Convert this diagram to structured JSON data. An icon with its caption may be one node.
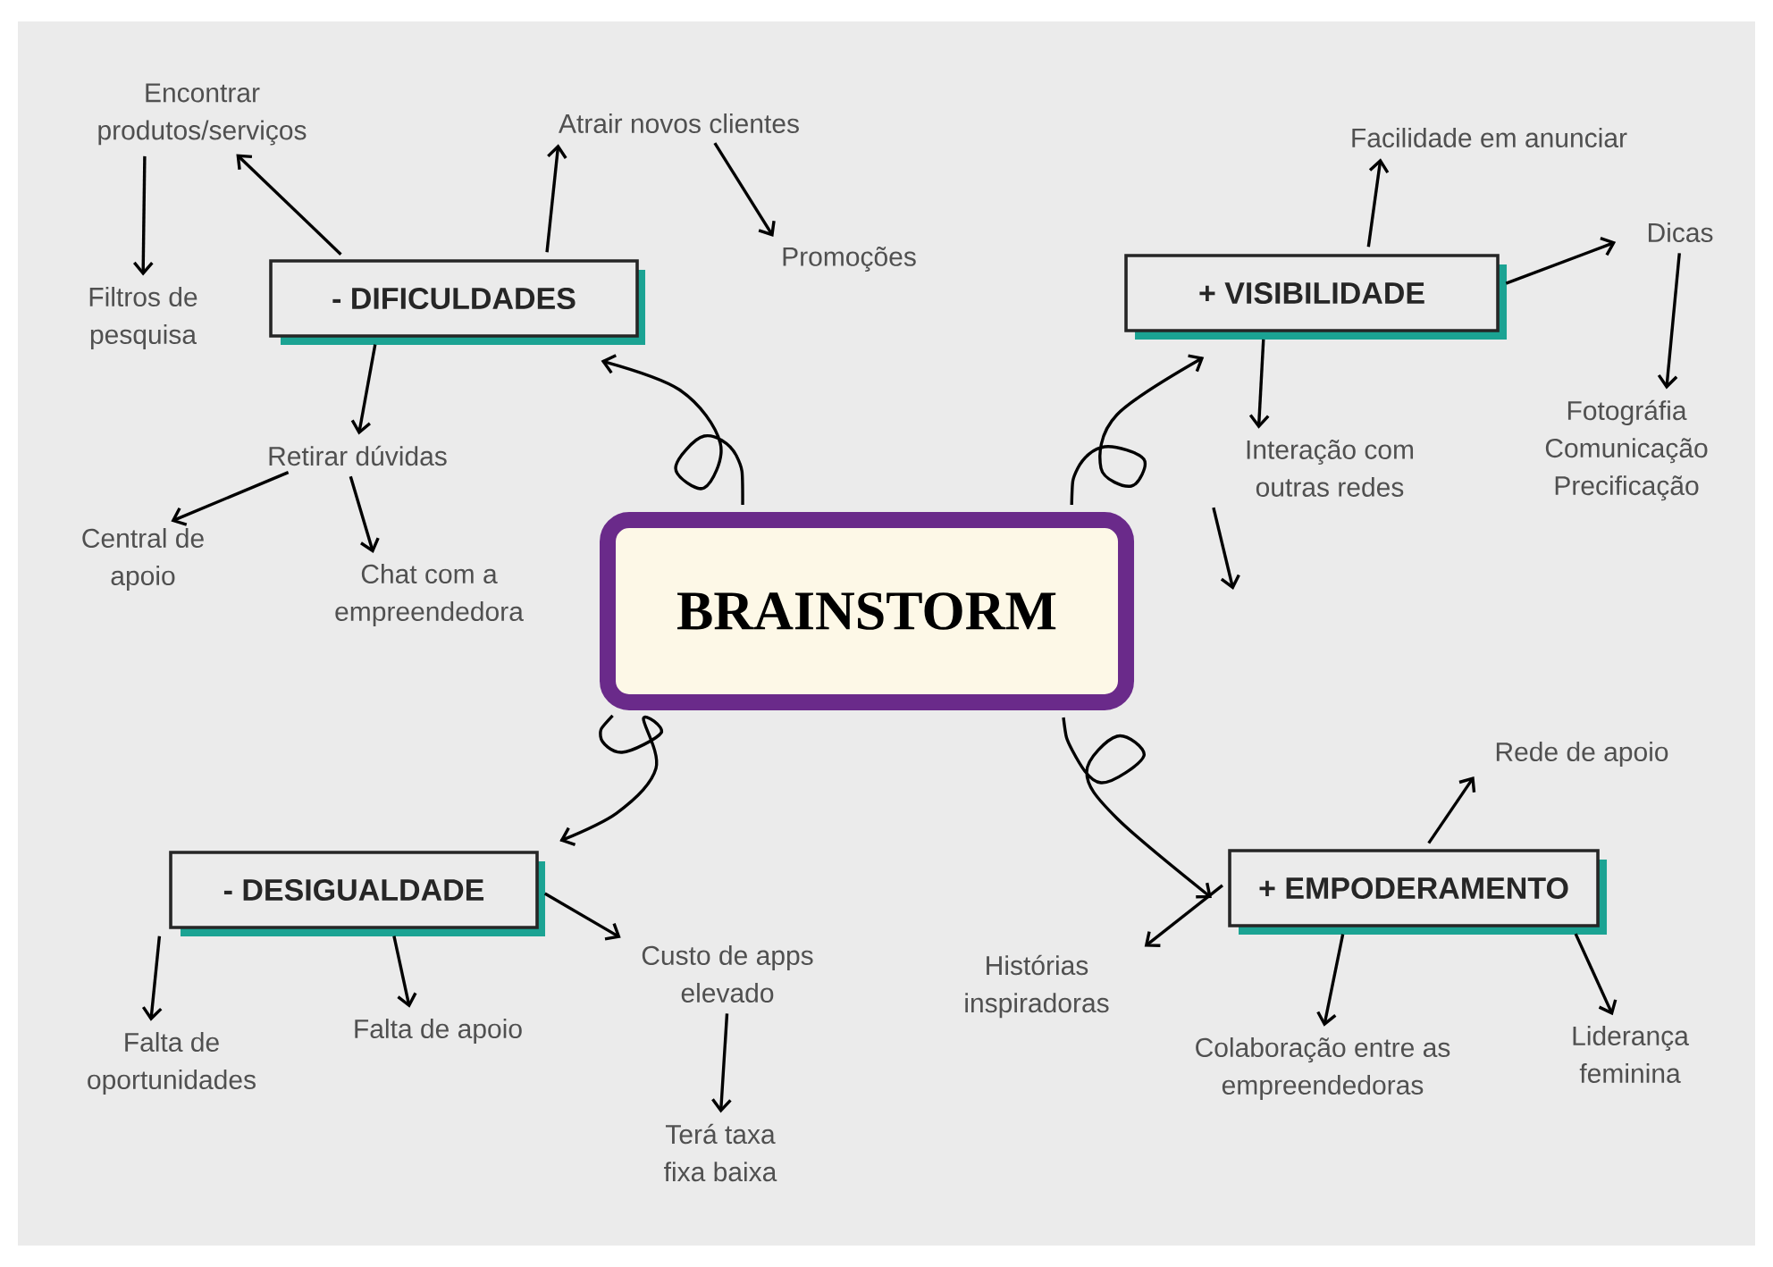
{
  "diagram": {
    "nodes": [
      {
        "text": [
          "BRAINSTORM"
        ]
      },
      {
        "text": [
          "- DIFICULDADES"
        ]
      },
      {
        "text": [
          "Encontrar produtos/serviços"
        ]
      },
      {
        "text": [
          "Filtros de pesquisa"
        ]
      },
      {
        "text": [
          "Atrair novos clientes"
        ]
      },
      {
        "text": [
          "Promoções"
        ]
      },
      {
        "text": [
          "Retirar dúvidas"
        ]
      },
      {
        "text": [
          "Central de apoio"
        ]
      },
      {
        "text": [
          "Chat com a empreendedora"
        ]
      },
      {
        "text": [
          "+ VISIBILIDADE"
        ]
      },
      {
        "text": [
          "Facilidade em anunciar"
        ]
      },
      {
        "text": [
          "Dicas"
        ]
      },
      {
        "text": [
          "Fotográfia Comunicação Precificação"
        ]
      },
      {
        "text": [
          "Interação com outras redes"
        ]
      },
      {
        "text": [
          "- DESIGUALDADE"
        ]
      },
      {
        "text": [
          "Falta de oportunidades"
        ]
      },
      {
        "text": [
          "Falta de apoio"
        ]
      },
      {
        "text": [
          "Custo de apps elevado"
        ]
      },
      {
        "text": [
          "Terá taxa fixa baixa"
        ]
      },
      {
        "text": [
          "+ EMPODERAMENTO"
        ]
      },
      {
        "text": [
          "Rede de apoio"
        ]
      },
      {
        "text": [
          "Histórias inspiradoras"
        ]
      },
      {
        "text": [
          "Colaboração entre as empreendedoras"
        ]
      },
      {
        "text": [
          "Liderança feminina"
        ]
      }
    ],
    "edges": [
      {
        "from": 0,
        "to": 1,
        "arrow": "to"
      },
      {
        "from": 0,
        "to": 9,
        "arrow": "to"
      },
      {
        "from": 0,
        "to": 14,
        "arrow": "to"
      },
      {
        "from": 0,
        "to": 19,
        "arrow": "to"
      },
      {
        "from": 1,
        "to": 2,
        "arrow": "to"
      },
      {
        "from": 1,
        "to": 4,
        "arrow": "to"
      },
      {
        "from": 4,
        "to": 5,
        "arrow": "to"
      },
      {
        "from": 2,
        "to": 3,
        "arrow": "to"
      },
      {
        "from": 1,
        "to": 6,
        "arrow": "to"
      },
      {
        "from": 6,
        "to": 7,
        "arrow": "to"
      },
      {
        "from": 6,
        "to": 8,
        "arrow": "to"
      },
      {
        "from": 9,
        "to": 10,
        "arrow": "to"
      },
      {
        "from": 9,
        "to": 11,
        "arrow": "to"
      },
      {
        "from": 11,
        "to": 12,
        "arrow": "to"
      },
      {
        "from": 9,
        "to": 13,
        "arrow": "to"
      },
      {
        "from": 13,
        "to": null,
        "arrow": "to"
      },
      {
        "from": 14,
        "to": 15,
        "arrow": "to"
      },
      {
        "from": 14,
        "to": 16,
        "arrow": "to"
      },
      {
        "from": 14,
        "to": 17,
        "arrow": "to"
      },
      {
        "from": 17,
        "to": 18,
        "arrow": "to"
      },
      {
        "from": 19,
        "to": 20,
        "arrow": "to"
      },
      {
        "from": 19,
        "to": 21,
        "arrow": "to"
      },
      {
        "from": 19,
        "to": 22,
        "arrow": "to"
      },
      {
        "from": 19,
        "to": 23,
        "arrow": "to"
      }
    ]
  }
}
